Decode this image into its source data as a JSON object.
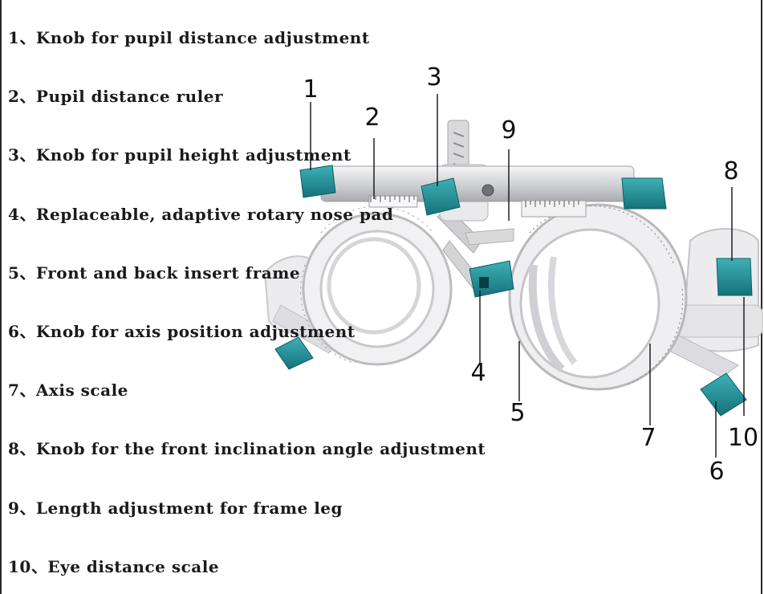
{
  "legend": [
    "1、Knob for pupil distance adjustment",
    "2、Pupil distance ruler",
    "3、Knob for pupil height adjustment",
    "4、Replaceable, adaptive rotary nose pad",
    "5、Front and back insert frame",
    "6、Knob for axis position adjustment",
    "7、Axis scale",
    "8、Knob for the front inclination angle adjustment",
    "9、Length adjustment for frame leg",
    "10、Eye distance scale"
  ],
  "callouts": {
    "c1": "1",
    "c2": "2",
    "c3": "3",
    "c4": "4",
    "c5": "5",
    "c6": "6",
    "c7": "7",
    "c8": "8",
    "c9": "9",
    "c10": "10"
  },
  "colors": {
    "knob": "#1e8f95",
    "knob_dark": "#166e74",
    "frame": "#e6e6e8",
    "frame_edge": "#b8b8bc",
    "bar": "#cfd0d3"
  }
}
